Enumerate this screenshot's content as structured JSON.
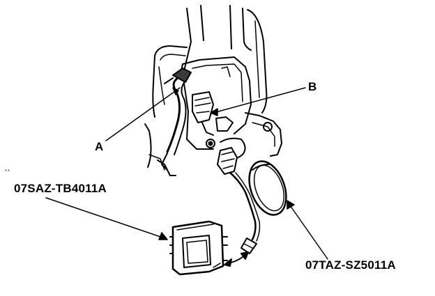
{
  "labels": {
    "a": "A",
    "b": "B",
    "part_left": "07SAZ-TB4011A",
    "part_right": "07TAZ-SZ5011A"
  },
  "colors": {
    "line": "#000000",
    "background": "#ffffff",
    "shade": "#3a3a3a"
  }
}
